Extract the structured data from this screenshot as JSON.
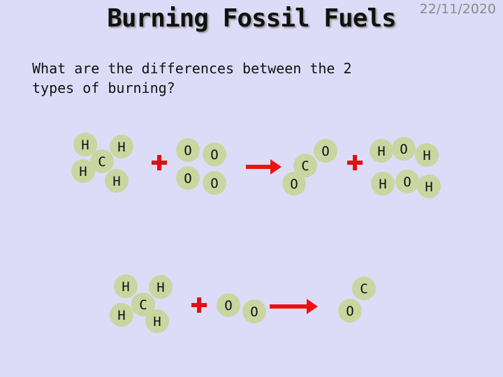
{
  "slide": {
    "title": "Burning Fossil Fuels",
    "date": "22/11/2020",
    "question": "What are the differences between the 2 types of burning?"
  },
  "colors": {
    "background": "#dcdcf8",
    "atom": "#cbd5a0",
    "plus": "#dd1111",
    "arrow": "#ee1111"
  },
  "icons": {
    "plus": "red-plus-icon",
    "arrow": "red-arrow-icon"
  },
  "reactions": [
    {
      "name": "complete-combustion",
      "atoms": [
        {
          "symbol": "H"
        },
        {
          "symbol": "C"
        },
        {
          "symbol": "H"
        },
        {
          "symbol": "H"
        },
        {
          "symbol": "H"
        },
        {
          "symbol": "O"
        },
        {
          "symbol": "O"
        },
        {
          "symbol": "O"
        },
        {
          "symbol": "O"
        },
        {
          "symbol": "C"
        },
        {
          "symbol": "O"
        },
        {
          "symbol": "O"
        },
        {
          "symbol": "H"
        },
        {
          "symbol": "O"
        },
        {
          "symbol": "H"
        },
        {
          "symbol": "H"
        },
        {
          "symbol": "O"
        },
        {
          "symbol": "H"
        }
      ]
    },
    {
      "name": "incomplete-combustion",
      "atoms": [
        {
          "symbol": "H"
        },
        {
          "symbol": "H"
        },
        {
          "symbol": "C"
        },
        {
          "symbol": "H"
        },
        {
          "symbol": "H"
        },
        {
          "symbol": "O"
        },
        {
          "symbol": "O"
        },
        {
          "symbol": "C"
        },
        {
          "symbol": "O"
        }
      ]
    }
  ]
}
